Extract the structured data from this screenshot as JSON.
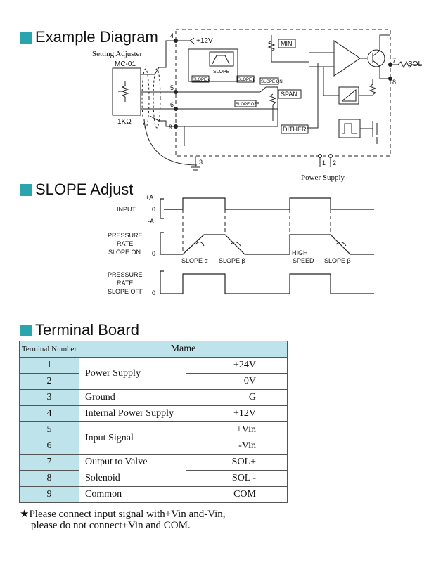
{
  "sections": {
    "example": "Example Diagram",
    "slope": "SLOPE Adjust",
    "terminal": "Terminal Board"
  },
  "diagram": {
    "setting_adjuster": "Setting Adjuster",
    "mc01": "MC-01",
    "resistor": "1KΩ",
    "plus12": "+12V",
    "min": "MIN",
    "slope": "SLOPE",
    "slope_a": "SLOPE α",
    "slope_b": "SLOPE β",
    "slope_on": "SLOPE ON",
    "slope_off": "SLOPE OFF",
    "span": "SPAN",
    "dither": "DITHER",
    "sol": "SOL",
    "power_supply": "Power Supply",
    "t4": "4",
    "t5": "5",
    "t6": "6",
    "t9": "9",
    "t3": "3",
    "t7": "7",
    "t8": "8",
    "t1": "1",
    "t2": "2"
  },
  "waveform": {
    "input": "INPUT",
    "plus_a": "+A",
    "zero": "0",
    "minus_a": "-A",
    "pressure1": "PRESSURE",
    "rate1": "RATE",
    "slope_on": "SLOPE ON",
    "pressure2": "PRESSURE",
    "rate2": "RATE",
    "slope_off": "SLOPE OFF",
    "slope_a": "SLOPE α",
    "slope_b1": "SLOPE β",
    "high": "HIGH",
    "speed": "SPEED",
    "slope_b2": "SLOPE β"
  },
  "table": {
    "col_number": "Terminal Number",
    "col_name": "Mame",
    "rows": [
      {
        "num": "1",
        "name": "Power Supply",
        "value": "+24V"
      },
      {
        "num": "2",
        "name": "",
        "value": "0V"
      },
      {
        "num": "3",
        "name": "Ground",
        "value": "G"
      },
      {
        "num": "4",
        "name": "Internal Power Supply",
        "value": "+12V"
      },
      {
        "num": "5",
        "name": "Input Signal",
        "value": "+Vin"
      },
      {
        "num": "6",
        "name": "",
        "value": "-Vin"
      },
      {
        "num": "7",
        "name": "Output to Valve",
        "value": "SOL+"
      },
      {
        "num": "8",
        "name": "Solenoid",
        "value": "SOL -"
      },
      {
        "num": "9",
        "name": "Common",
        "value": "COM"
      }
    ]
  },
  "note": {
    "star": "★",
    "line1": "Please connect input signal with+Vin and-Vin,",
    "line2": "please do not connect+Vin and COM."
  }
}
